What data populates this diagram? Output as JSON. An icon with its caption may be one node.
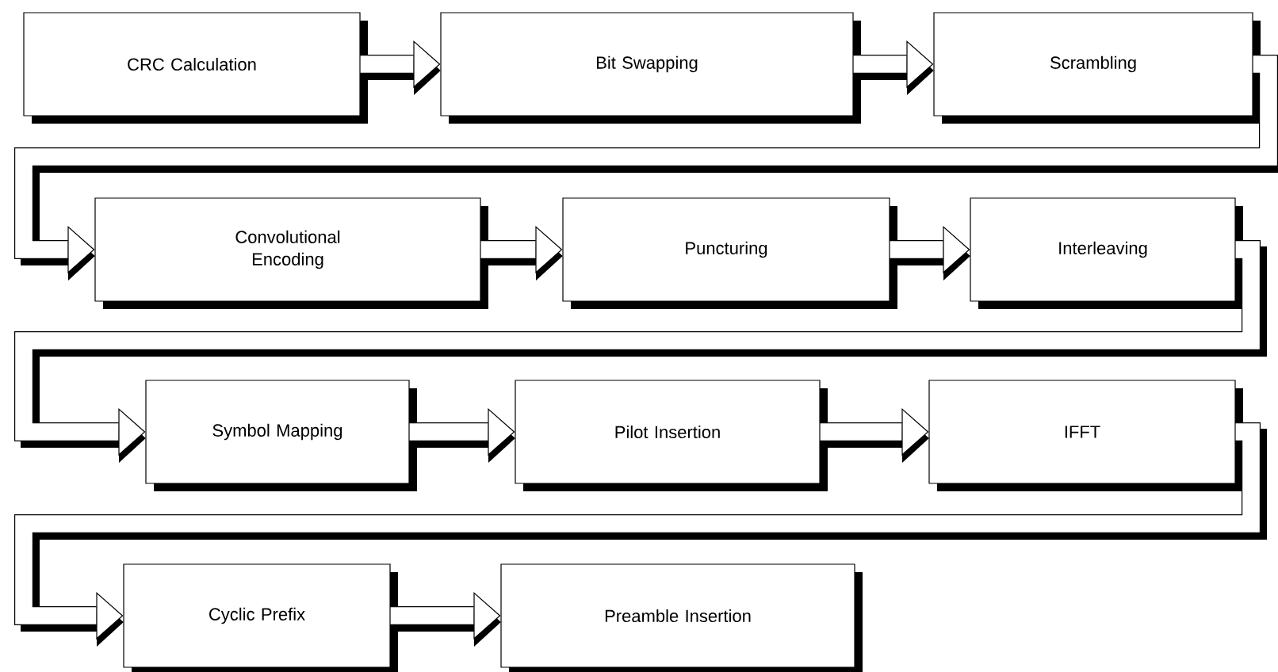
{
  "diagram": {
    "nodes": [
      {
        "text": [
          "CRC Calculation"
        ]
      },
      {
        "text": [
          "Bit Swapping"
        ]
      },
      {
        "text": [
          "Scrambling"
        ]
      },
      {
        "text": [
          "Convolutional Encoding"
        ]
      },
      {
        "text": [
          "Puncturing"
        ]
      },
      {
        "text": [
          "Interleaving"
        ]
      },
      {
        "text": [
          "Symbol Mapping"
        ]
      },
      {
        "text": [
          "Pilot Insertion"
        ]
      },
      {
        "text": [
          "IFFT"
        ]
      },
      {
        "text": [
          "Cyclic Prefix"
        ]
      },
      {
        "text": [
          "Preamble Insertion"
        ]
      }
    ],
    "edges": [
      {
        "from": 0,
        "to": 1,
        "arrow": "to"
      },
      {
        "from": 1,
        "to": 2,
        "arrow": "to"
      },
      {
        "from": 2,
        "to": 3,
        "arrow": "to"
      },
      {
        "from": 3,
        "to": 4,
        "arrow": "to"
      },
      {
        "from": 4,
        "to": 5,
        "arrow": "to"
      },
      {
        "from": 5,
        "to": 6,
        "arrow": "to"
      },
      {
        "from": 6,
        "to": 7,
        "arrow": "to"
      },
      {
        "from": 7,
        "to": 8,
        "arrow": "to"
      },
      {
        "from": 8,
        "to": 9,
        "arrow": "to"
      },
      {
        "from": 9,
        "to": 10,
        "arrow": "to"
      }
    ]
  }
}
